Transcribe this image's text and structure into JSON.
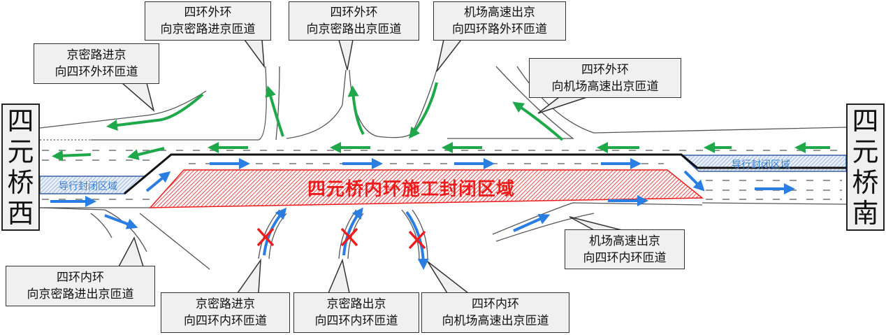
{
  "bridges": {
    "west": "四元桥西",
    "east": "四元桥南"
  },
  "zone_label": "四元桥内环施工封闭区域",
  "guide_zone_label": "导行封闭区域",
  "colors": {
    "outbound_arrow": "#1fa84a",
    "inbound_arrow": "#2a7de1",
    "closure": "#ee1c1c",
    "guide_zone": "#3a5fa8"
  },
  "callouts": [
    {
      "line1": "京密路进京",
      "line2": "向四环外环匝道"
    },
    {
      "line1": "四环外环",
      "line2": "向京密路进京匝道"
    },
    {
      "line1": "四环外环",
      "line2": "向京密路出京匝道"
    },
    {
      "line1": "机场高速出京",
      "line2": "向四环路外环匝道"
    },
    {
      "line1": "四环外环",
      "line2": "向机场高速出京匝道"
    },
    {
      "line1": "四环内环",
      "line2": "向京密路进出京匝道"
    },
    {
      "line1": "京密路进京",
      "line2": "向四环内环匝道"
    },
    {
      "line1": "京密路出京",
      "line2": "向四环内环匝道"
    },
    {
      "line1": "四环内环",
      "line2": "向机场高速出京匝道"
    },
    {
      "line1": "机场高速出京",
      "line2": "向四环内环匝道"
    }
  ],
  "closed_ramp_marks": [
    "closed",
    "closed",
    "closed"
  ]
}
